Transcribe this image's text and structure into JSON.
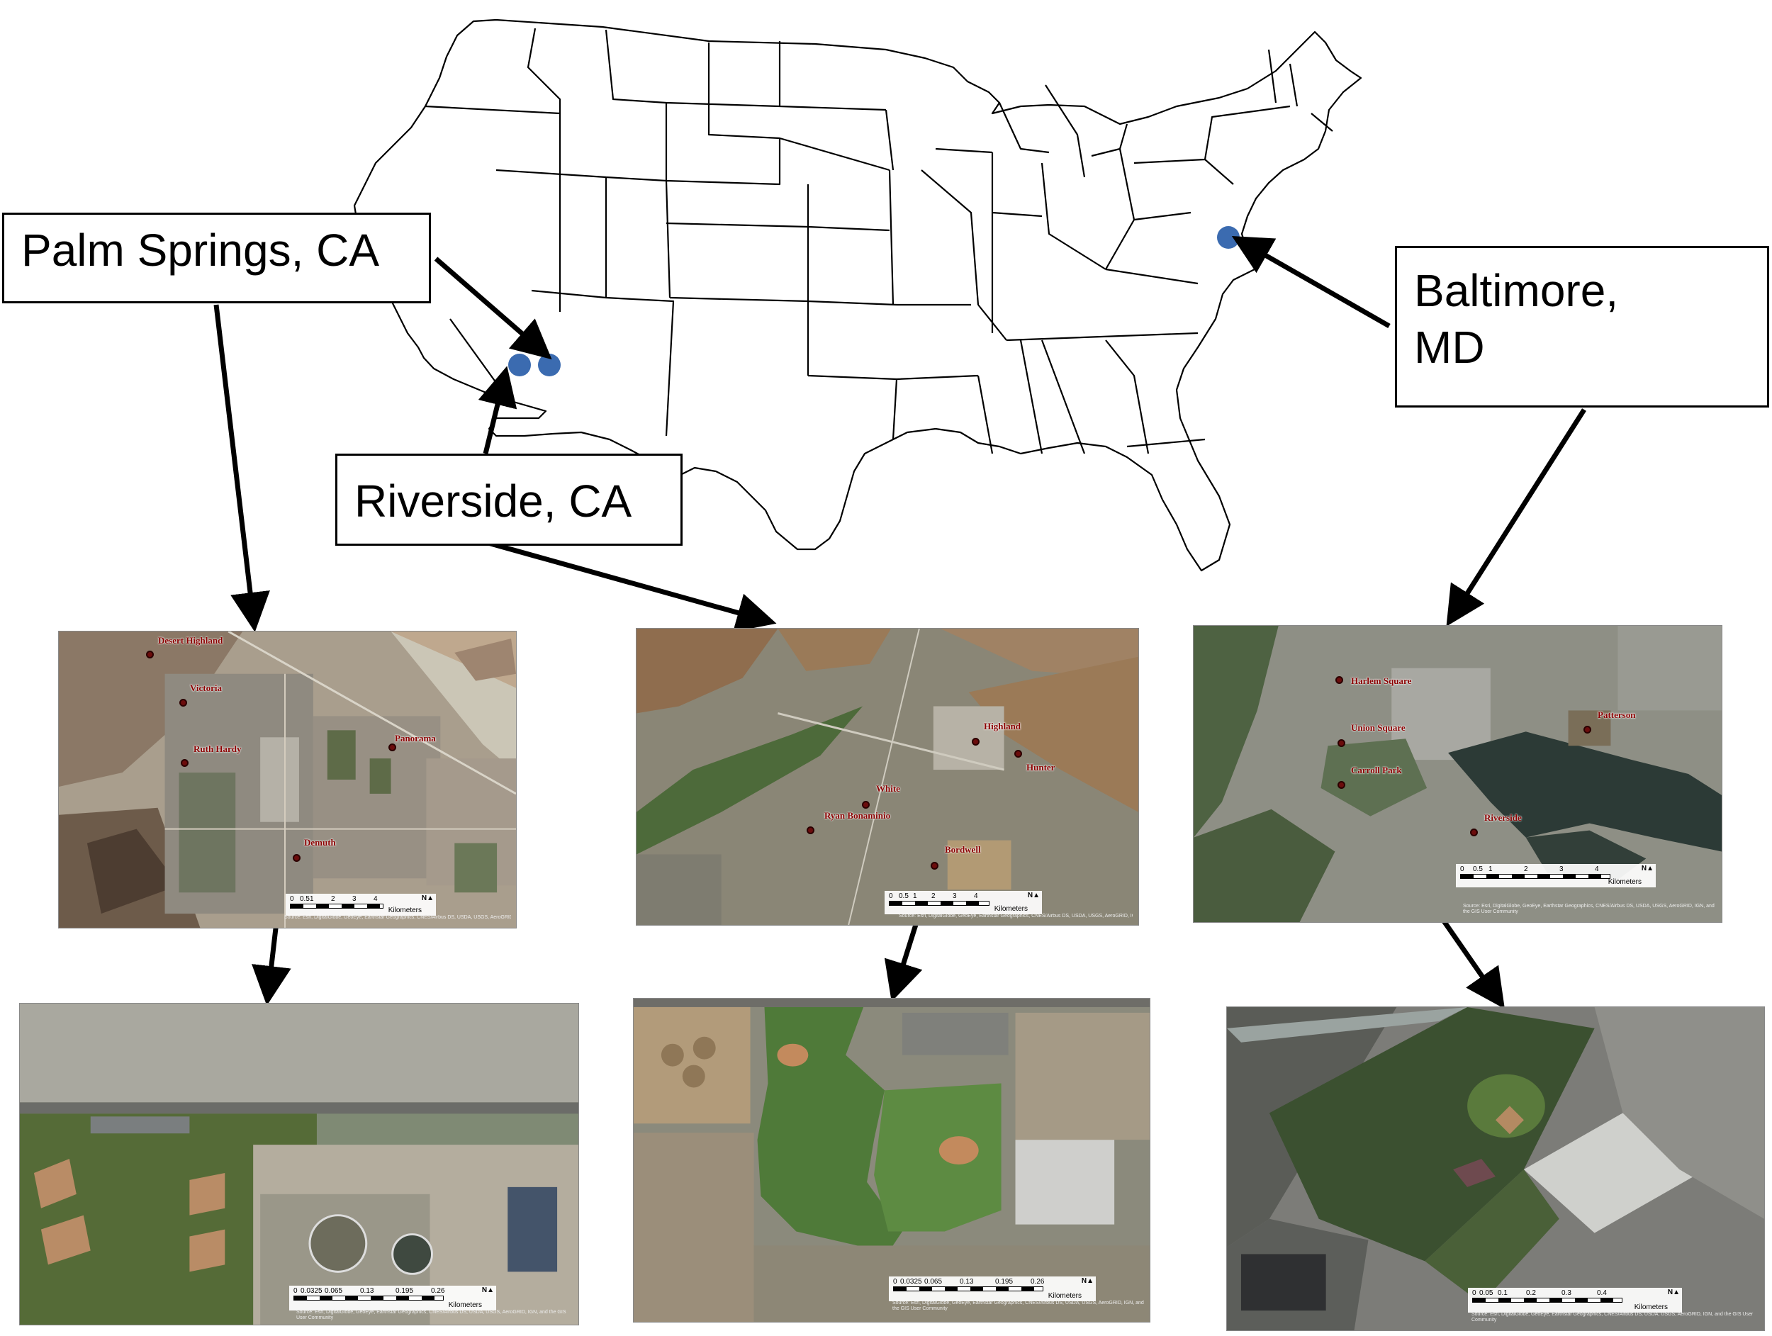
{
  "overview_map": {
    "locations": [
      {
        "name": "Palm Springs, CA",
        "marker_color": "#3b6bb0"
      },
      {
        "name": "Riverside, CA",
        "marker_color": "#3b6bb0"
      },
      {
        "name": "Baltimore, MD",
        "marker_color": "#3b6bb0"
      }
    ]
  },
  "labels": {
    "palm_springs": "Palm Springs, CA",
    "riverside": "Riverside, CA",
    "baltimore_line1": "Baltimore,",
    "baltimore_line2": "MD"
  },
  "city_maps": {
    "palm_springs": {
      "parks": [
        "Desert Highland",
        "Victoria",
        "Ruth Hardy",
        "Demuth",
        "Panorama"
      ],
      "scale_ticks": [
        "0",
        "0.5",
        "1",
        "2",
        "3",
        "4"
      ],
      "scale_unit": "Kilometers",
      "credit": "Source: Esri, DigitalGlobe, GeoEye, Earthstar Geographics, CNES/Airbus DS, USDA, USGS, AeroGRID, IGN, and the GIS User Community"
    },
    "riverside": {
      "parks": [
        "Highland",
        "Hunter",
        "White",
        "Ryan Bonaminio",
        "Bordwell"
      ],
      "scale_ticks": [
        "0",
        "0.5",
        "1",
        "2",
        "3",
        "4"
      ],
      "scale_unit": "Kilometers",
      "credit": "Source: Esri, DigitalGlobe, GeoEye, Earthstar Geographics, CNES/Airbus DS, USDA, USGS, AeroGRID, IGN, and the GIS User Community"
    },
    "baltimore": {
      "parks": [
        "Harlem Square",
        "Union Square",
        "Carroll Park",
        "Patterson",
        "Riverside"
      ],
      "scale_ticks": [
        "0",
        "0.5",
        "1",
        "2",
        "3",
        "4"
      ],
      "scale_unit": "Kilometers",
      "credit": "Source: Esri, DigitalGlobe, GeoEye, Earthstar Geographics, CNES/Airbus DS, USDA, USGS, AeroGRID, IGN, and the GIS User Community"
    }
  },
  "park_maps": {
    "demuth": {
      "scale_ticks": [
        "0",
        "0.0325",
        "0.065",
        "0.13",
        "0.195",
        "0.26"
      ],
      "scale_unit": "Kilometers",
      "credit": "Source: Esri, DigitalGlobe, GeoEye, Earthstar Geographics, CNES/Airbus DS, USDA, USGS, AeroGRID, IGN, and the GIS User Community"
    },
    "bordwell": {
      "scale_ticks": [
        "0",
        "0.0325",
        "0.065",
        "0.13",
        "0.195",
        "0.26"
      ],
      "scale_unit": "Kilometers",
      "credit": "Source: Esri, DigitalGlobe, GeoEye, Earthstar Geographics, CNES/Airbus DS, USDA, USGS, AeroGRID, IGN, and the GIS User Community"
    },
    "carroll": {
      "scale_ticks": [
        "0",
        "0.05",
        "0.1",
        "0.2",
        "0.3",
        "0.4"
      ],
      "scale_unit": "Kilometers",
      "credit": "Source: Esri, DigitalGlobe, GeoEye, Earthstar Geographics, CNES/Airbus DS, USDA, USGS, AeroGRID, IGN, and the GIS User Community"
    }
  },
  "colors": {
    "marker": "#3b6bb0",
    "poi": "#8b0000",
    "desert": "#b9a48a",
    "urban": "#8c8c84",
    "vegetation": "#4f6b3a",
    "water": "#2c3a36"
  }
}
